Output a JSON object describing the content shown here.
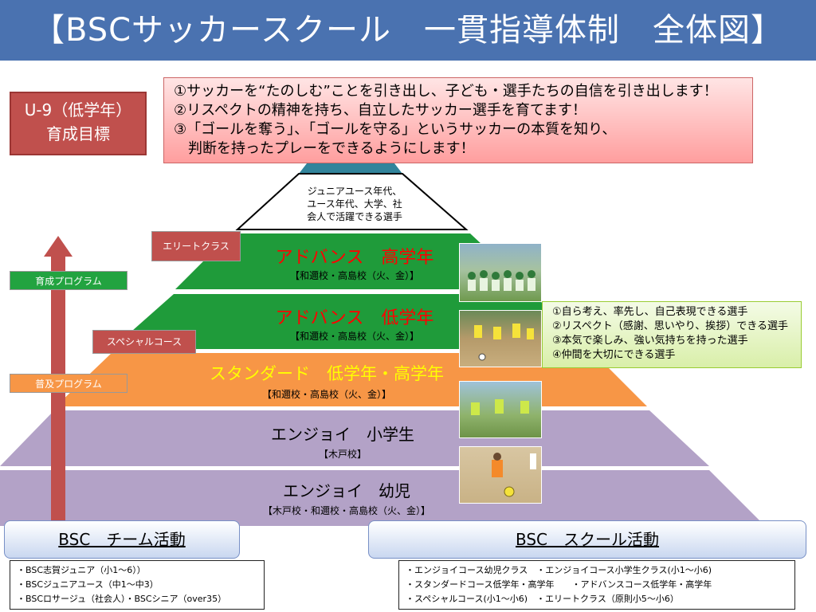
{
  "title": "【BSCサッカースクール　一貫指導体制　全体図】",
  "u9": {
    "line1": "U-9（低学年）",
    "line2": "育成目標"
  },
  "goals": [
    "①サッカーを“たのしむ”ことを引き出し、子ども・選手たちの自信を引き出します！",
    "②リスペクトの精神を持ち、自立したサッカー選手を育てます！",
    "③「ゴールを奪う」、「ゴールを守る」というサッカーの本質を知り、",
    "　判断を持ったプレーをできるようにします！"
  ],
  "apex": {
    "line1": "ジュニアユース年代、",
    "line2": "ユース年代、大学、社",
    "line3": "会人で活躍できる選手"
  },
  "tiers": {
    "advance_high": {
      "name": "アドバンス　高学年",
      "sub": "【和邇校・高島校（火、金）】"
    },
    "advance_low": {
      "name": "アドバンス　低学年",
      "sub": "【和邇校・高島校（火、金）】"
    },
    "standard": {
      "name": "スタンダード　低学年・高学年",
      "sub": "【和邇校・高島校（火、金）】"
    },
    "enjoy_elem": {
      "name": "エンジョイ　小学生",
      "sub": "【木戸校】"
    },
    "enjoy_kinder": {
      "name": "エンジョイ　幼児",
      "sub": "【木戸校・和邇校・高島校（火、金）】"
    }
  },
  "tags": {
    "elite": "エリートクラス",
    "special": "スペシャルコース",
    "ikusei": "育成プログラム",
    "fukyu": "普及プログラム"
  },
  "qualities": [
    "①自ら考え、率先し、自己表現できる選手",
    "②リスペクト（感謝、思いやり、挨拶）できる選手",
    "③本気で楽しみ、強い気持ちを持った選手",
    "④仲間を大切にできる選手"
  ],
  "team": {
    "header": "BSC　チーム活動",
    "items": [
      "・BSC志賀ジュニア（小1～6））",
      "・BSCジュニアユース（中1～中3）",
      "・BSCロサージュ（社会人）・BSCシニア（over35）"
    ]
  },
  "school": {
    "header": "BSC　スクール活動",
    "items": [
      "・エンジョイコース幼児クラス　・エンジョイコース小学生クラス(小1～小6)",
      "・スタンダードコース低学年・高学年　　・アドバンスコース低学年・高学年",
      "・スペシャルコース(小1～小6)　・エリートクラス（原則小5～小6）"
    ]
  },
  "colors": {
    "title_bg": "#4a72b0",
    "advance": "#1f9b3a",
    "standard": "#f79646",
    "enjoy": "#b3a2c7",
    "tier_red": "#ff0000",
    "tag_red": "#c0504d",
    "tag_green": "#22a340",
    "tag_orange": "#f79646"
  }
}
